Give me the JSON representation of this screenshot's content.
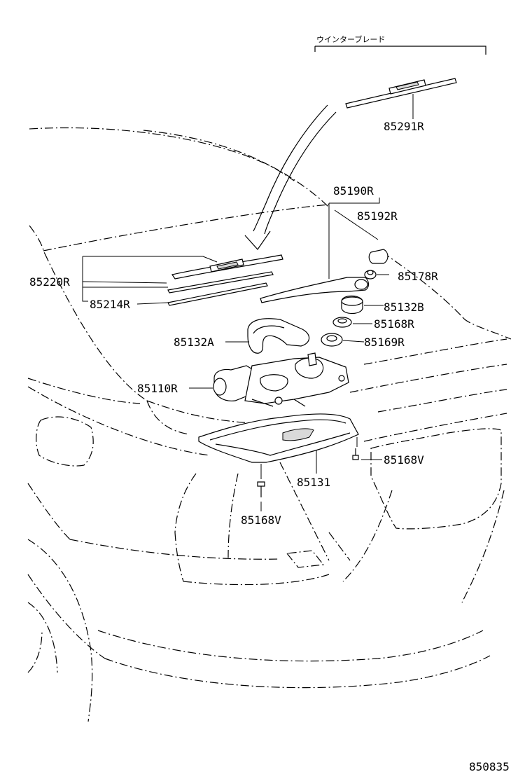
{
  "diagram": {
    "header_label": "ウインターブレード",
    "footer_code": "850835",
    "parts": {
      "p85291R": "85291R",
      "p85190R": "85190R",
      "p85192R": "85192R",
      "p85178R": "85178R",
      "p85220R": "85220R",
      "p85214R": "85214R",
      "p85132B": "85132B",
      "p85168R": "85168R",
      "p85132A": "85132A",
      "p85169R": "85169R",
      "p85110R": "85110R",
      "p85168V_right": "85168V",
      "p85131": "85131",
      "p85168V_bottom": "85168V"
    }
  }
}
